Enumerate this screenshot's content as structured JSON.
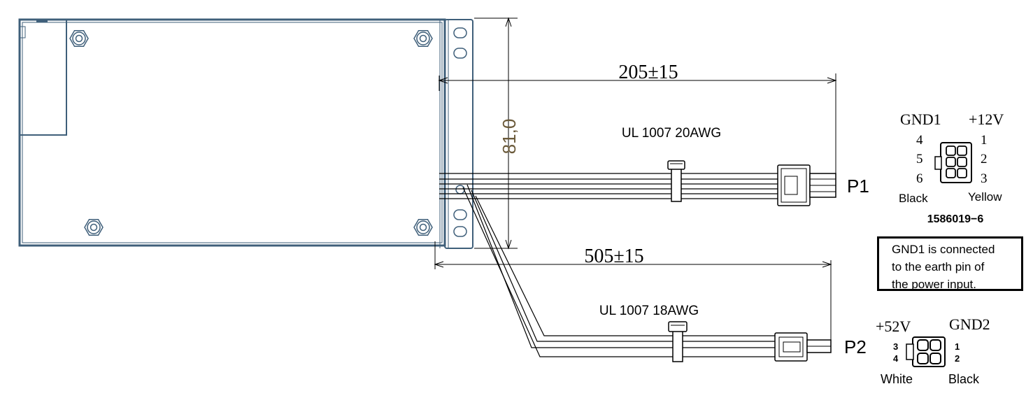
{
  "dimensions": {
    "p1_length": "205±15",
    "p2_length": "505±15",
    "height": "81,0"
  },
  "cables": {
    "p1_spec": "UL 1007 20AWG",
    "p2_spec": "UL 1007 18AWG"
  },
  "connectors": {
    "p1": {
      "label": "P1",
      "top_left_label": "GND1",
      "top_right_label": "+12V",
      "left_pins": [
        "4",
        "5",
        "6"
      ],
      "right_pins": [
        "1",
        "2",
        "3"
      ],
      "left_color": "Black",
      "right_color": "Yellow",
      "part_number": "1586019−6"
    },
    "p2": {
      "label": "P2",
      "top_left_label": "+52V",
      "top_right_label": "GND2",
      "left_pins": [
        "3",
        "4"
      ],
      "right_pins": [
        "1",
        "2"
      ],
      "left_color": "White",
      "right_color": "Black"
    }
  },
  "note": {
    "lines": [
      "GND1 is connected",
      "to the earth pin of",
      "the power input."
    ]
  },
  "colors": {
    "housing": "#3f5f7a",
    "line": "#000000",
    "dimension_text_81": "#6b5a3a"
  }
}
